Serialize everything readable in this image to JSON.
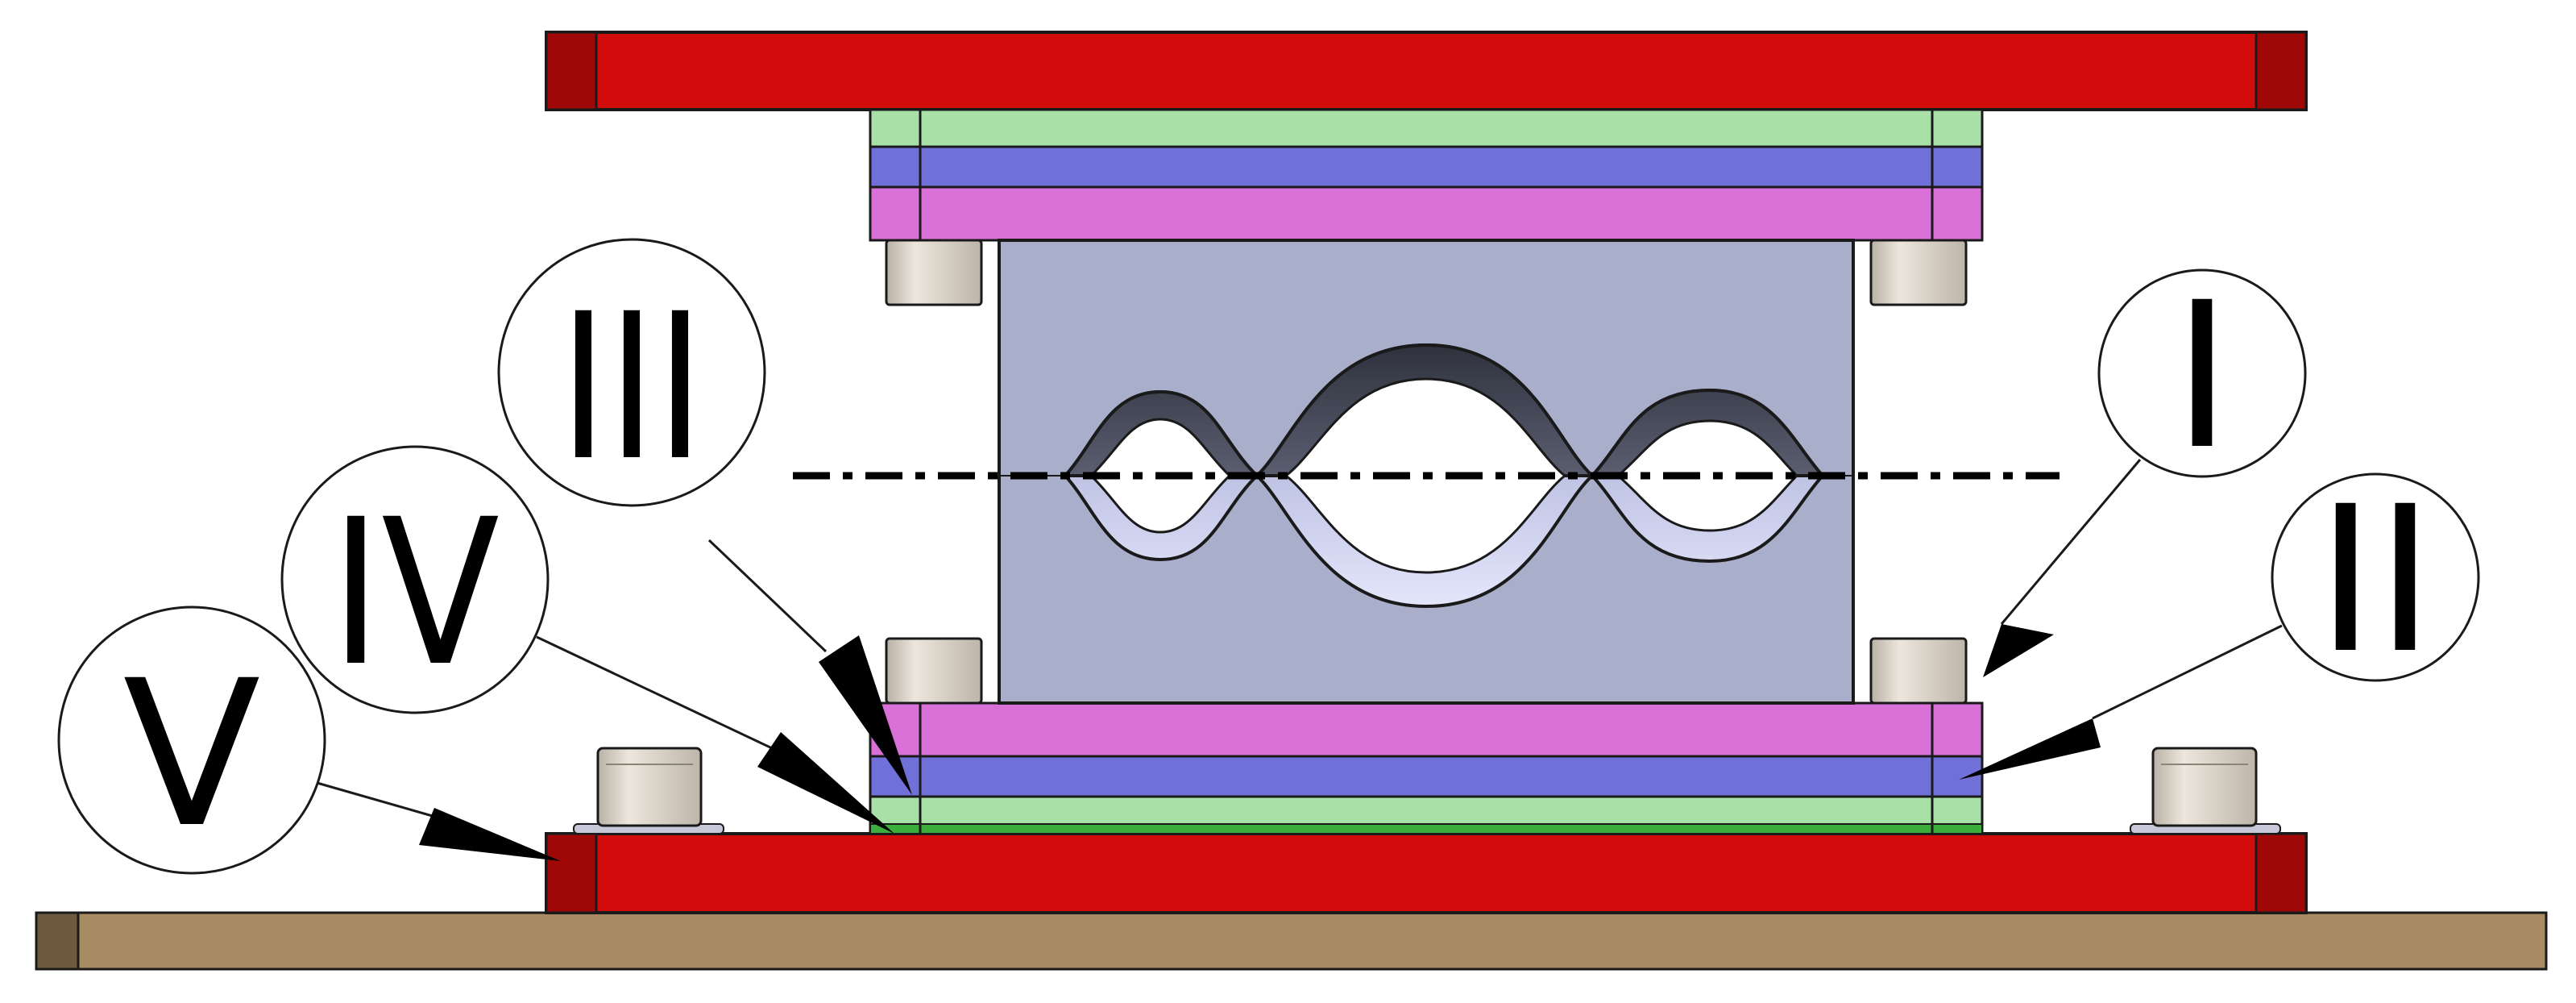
{
  "callouts": [
    {
      "id": "I",
      "label": "I"
    },
    {
      "id": "II",
      "label": "II"
    },
    {
      "id": "III",
      "label": "III"
    },
    {
      "id": "IV",
      "label": "IV"
    },
    {
      "id": "V",
      "label": "V"
    }
  ],
  "colors": {
    "base_plate": "#d20b0b",
    "base_plate_edge": "#a00808",
    "foundation": "#a88b62",
    "foundation_edge": "#6e5a3e",
    "layer_green": "#a8e0a8",
    "layer_blue": "#7070d8",
    "layer_pink": "#d870d8",
    "core_block": "#a9aecb",
    "bolt": "#ddd6cb",
    "hole_dark": "#3c3f4c",
    "hole_light": "#c4c8ee",
    "outline": "#1a1a1a"
  }
}
